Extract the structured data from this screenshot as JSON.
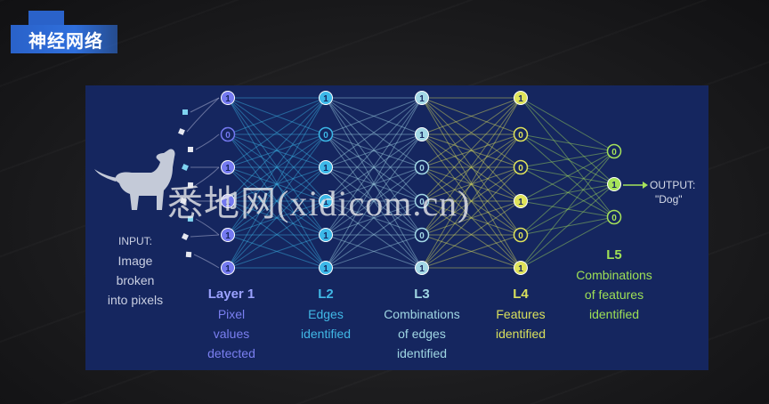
{
  "header": {
    "title": "神经网络"
  },
  "diagram": {
    "input_label": {
      "heading": "INPUT:",
      "lines": [
        "Image",
        "broken",
        "into pixels"
      ]
    },
    "layers": [
      {
        "id": "l1",
        "heading": "Layer 1",
        "desc": [
          "Pixel",
          "values",
          "detected"
        ],
        "nodes": [
          "1",
          "0",
          "1",
          "1",
          "1",
          "1"
        ],
        "color": "#7479f0"
      },
      {
        "id": "l2",
        "heading": "L2",
        "desc": [
          "Edges",
          "identified"
        ],
        "nodes": [
          "1",
          "0",
          "1",
          "1",
          "1",
          "1"
        ],
        "color": "#3cb8e8"
      },
      {
        "id": "l3",
        "heading": "L3",
        "desc": [
          "Combinations",
          "of edges",
          "identified"
        ],
        "nodes": [
          "1",
          "1",
          "0",
          "0",
          "0",
          "1"
        ],
        "color": "#a3d8e6"
      },
      {
        "id": "l4",
        "heading": "L4",
        "desc": [
          "Features",
          "identified"
        ],
        "nodes": [
          "1",
          "0",
          "0",
          "1",
          "0",
          "1"
        ],
        "color": "#dfe35a"
      },
      {
        "id": "l5",
        "heading": "L5",
        "desc": [
          "Combinations",
          "of features",
          "identified"
        ],
        "nodes": [
          "0",
          "1",
          "0"
        ],
        "color": "#a6e35a"
      }
    ],
    "output_label": {
      "heading": "OUTPUT:",
      "value": "\"Dog\""
    }
  },
  "watermark": "悉地网(xidicom.cn)"
}
